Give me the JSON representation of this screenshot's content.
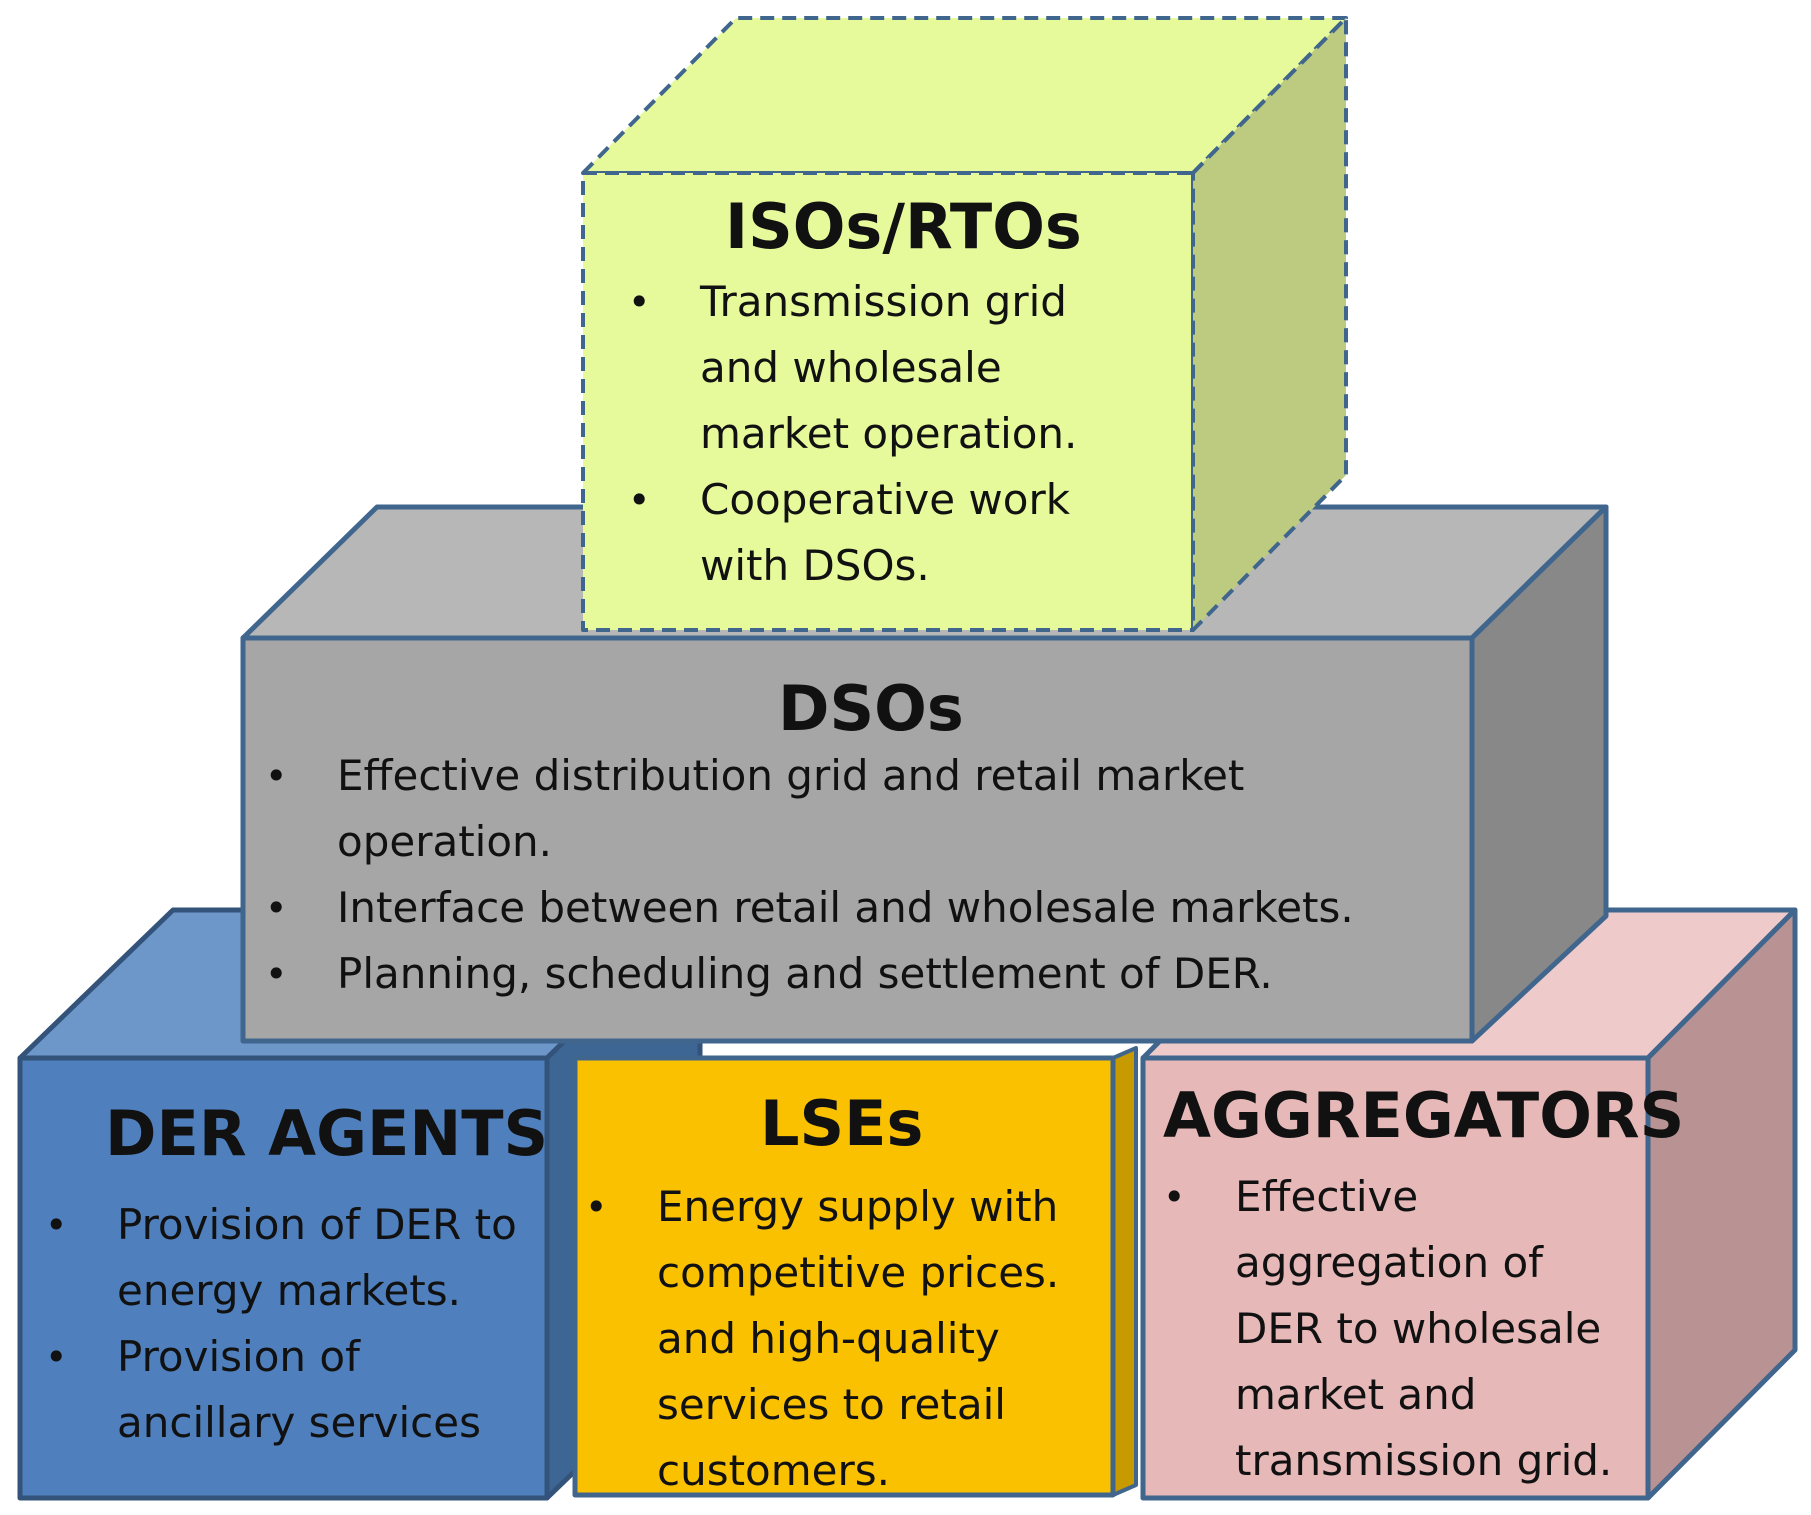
{
  "blocks": {
    "iso": {
      "title": "ISOs/RTOs",
      "bullets": [
        "Transmission grid and wholesale market operation.",
        "Cooperative work with DSOs."
      ],
      "colors": {
        "front": "#e6fa9c",
        "top": "#e6fa9c",
        "side": "#bccb7f",
        "edge": "#40668e"
      }
    },
    "dso": {
      "title": "DSOs",
      "bullets": [
        "Effective distribution grid and retail market operation.",
        "Interface between retail and wholesale markets.",
        "Planning, scheduling and settlement of DER."
      ],
      "colors": {
        "front": "#a6a6a6",
        "top": "#b7b7b7",
        "side": "#888888",
        "edge": "#40668e"
      }
    },
    "der": {
      "title": "DER AGENTS",
      "bullets": [
        "Provision of DER to energy markets.",
        "Provision of ancillary services"
      ],
      "colors": {
        "front": "#4f80bd",
        "top": "#6d97c9",
        "side": "#3d6695",
        "edge": "#33537a"
      }
    },
    "lse": {
      "title": "LSEs",
      "bullets": [
        "Energy supply with competitive prices. and high-quality services to retail customers."
      ],
      "colors": {
        "front": "#fac100",
        "top": "#fac100",
        "side": "#c79a00",
        "edge": "#40668e"
      }
    },
    "agg": {
      "title": "AGGREGATORS",
      "bullets": [
        "Effective aggregation of DER to wholesale market and transmission grid."
      ],
      "colors": {
        "front": "#e6b8b8",
        "top": "#efcaca",
        "side": "#b99393",
        "edge": "#40668e"
      }
    }
  }
}
